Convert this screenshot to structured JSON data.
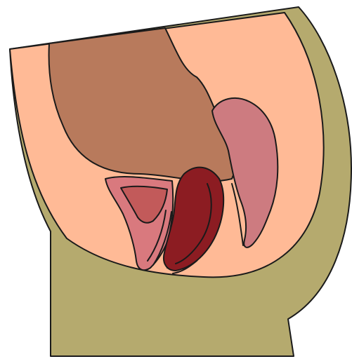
{
  "figure": {
    "description_visible_text": "",
    "palette": {
      "outer_tissue": "#b5aa6e",
      "abdominal_cavity": "#ffba96",
      "intestine": "#b87a5c",
      "bladder_wall": "#d9797e",
      "bladder_lumen": "#c25a5a",
      "uterus": "#8c1c22",
      "rectum": "#cd7b80",
      "outline": "#1a1a1a"
    },
    "parts": [
      {
        "id": "outer-tissue",
        "label": ""
      },
      {
        "id": "abdominal-cavity",
        "label": ""
      },
      {
        "id": "intestine",
        "label": ""
      },
      {
        "id": "bladder",
        "label": ""
      },
      {
        "id": "uterus",
        "label": ""
      },
      {
        "id": "rectum",
        "label": ""
      }
    ]
  }
}
